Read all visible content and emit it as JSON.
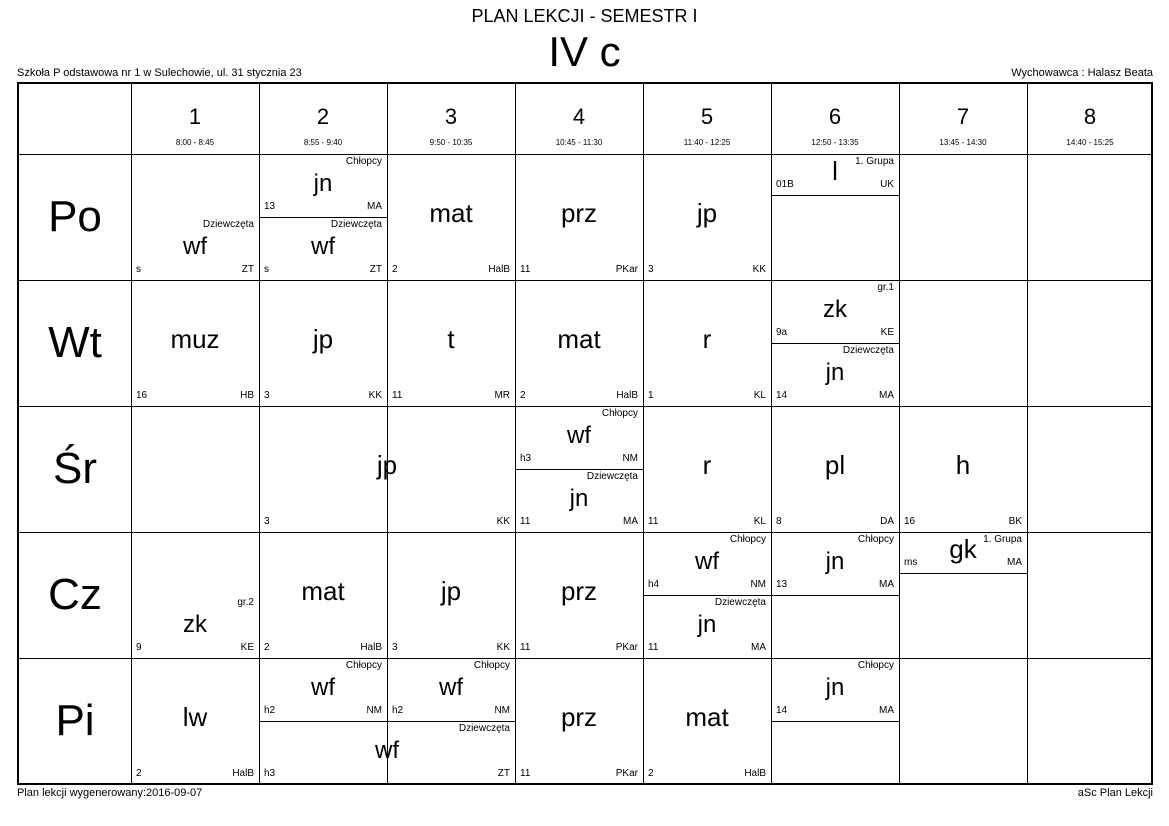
{
  "header": {
    "title": "PLAN LEKCJI - SEMESTR I",
    "class_name": "IV c",
    "school": "Szkoła P odstawowa nr 1 w Sulechowie, ul. 31 stycznia 23",
    "teacher": "Wychowawca : Halasz Beata"
  },
  "footer": {
    "generated": "Plan lekcji wygenerowany:2016-09-07",
    "software": "aSc Plan Lekcji"
  },
  "periods": [
    {
      "num": "1",
      "time": "8:00 - 8:45"
    },
    {
      "num": "2",
      "time": "8:55 - 9:40"
    },
    {
      "num": "3",
      "time": "9:50 - 10:35"
    },
    {
      "num": "4",
      "time": "10:45 - 11:30"
    },
    {
      "num": "5",
      "time": "11:40 - 12:25"
    },
    {
      "num": "6",
      "time": "12:50 - 13:35"
    },
    {
      "num": "7",
      "time": "13:45 - 14:30"
    },
    {
      "num": "8",
      "time": "14:40 - 15:25"
    }
  ],
  "days": [
    "Po",
    "Wt",
    "Śr",
    "Cz",
    "Pi"
  ],
  "lessons": [
    {
      "day": 0,
      "period": 1,
      "span": 1,
      "part": "bottom",
      "subject": "wf",
      "room": "s",
      "teacher": "ZT",
      "group": "Dziewczęta"
    },
    {
      "day": 0,
      "period": 2,
      "span": 1,
      "part": "top",
      "subject": "jn",
      "room": "13",
      "teacher": "MA",
      "group": "Chłopcy"
    },
    {
      "day": 0,
      "period": 2,
      "span": 1,
      "part": "bottom",
      "subject": "wf",
      "room": "s",
      "teacher": "ZT",
      "group": "Dziewczęta"
    },
    {
      "day": 0,
      "period": 3,
      "span": 1,
      "part": "full",
      "subject": "mat",
      "room": "2",
      "teacher": "HalB",
      "group": ""
    },
    {
      "day": 0,
      "period": 4,
      "span": 1,
      "part": "full",
      "subject": "prz",
      "room": "11",
      "teacher": "PKar",
      "group": ""
    },
    {
      "day": 0,
      "period": 5,
      "span": 1,
      "part": "full",
      "subject": "jp",
      "room": "3",
      "teacher": "KK",
      "group": ""
    },
    {
      "day": 0,
      "period": 6,
      "span": 1,
      "part": "sliver",
      "subject": "l",
      "room": "01B",
      "teacher": "UK",
      "group": "1. Grupa"
    },
    {
      "day": 1,
      "period": 1,
      "span": 1,
      "part": "full",
      "subject": "muz",
      "room": "16",
      "teacher": "HB",
      "group": ""
    },
    {
      "day": 1,
      "period": 2,
      "span": 1,
      "part": "full",
      "subject": "jp",
      "room": "3",
      "teacher": "KK",
      "group": ""
    },
    {
      "day": 1,
      "period": 3,
      "span": 1,
      "part": "full",
      "subject": "t",
      "room": "11",
      "teacher": "MR",
      "group": ""
    },
    {
      "day": 1,
      "period": 4,
      "span": 1,
      "part": "full",
      "subject": "mat",
      "room": "2",
      "teacher": "HalB",
      "group": ""
    },
    {
      "day": 1,
      "period": 5,
      "span": 1,
      "part": "full",
      "subject": "r",
      "room": "1",
      "teacher": "KL",
      "group": ""
    },
    {
      "day": 1,
      "period": 6,
      "span": 1,
      "part": "top",
      "subject": "zk",
      "room": "9a",
      "teacher": "KE",
      "group": "gr.1"
    },
    {
      "day": 1,
      "period": 6,
      "span": 1,
      "part": "bottom",
      "subject": "jn",
      "room": "14",
      "teacher": "MA",
      "group": "Dziewczęta"
    },
    {
      "day": 2,
      "period": 2,
      "span": 2,
      "part": "full",
      "subject": "jp",
      "room": "3",
      "teacher": "KK",
      "group": ""
    },
    {
      "day": 2,
      "period": 4,
      "span": 1,
      "part": "top",
      "subject": "wf",
      "room": "h3",
      "teacher": "NM",
      "group": "Chłopcy"
    },
    {
      "day": 2,
      "period": 4,
      "span": 1,
      "part": "bottom",
      "subject": "jn",
      "room": "11",
      "teacher": "MA",
      "group": "Dziewczęta"
    },
    {
      "day": 2,
      "period": 5,
      "span": 1,
      "part": "full",
      "subject": "r",
      "room": "11",
      "teacher": "KL",
      "group": ""
    },
    {
      "day": 2,
      "period": 6,
      "span": 1,
      "part": "full",
      "subject": "pl",
      "room": "8",
      "teacher": "DA",
      "group": ""
    },
    {
      "day": 2,
      "period": 7,
      "span": 1,
      "part": "full",
      "subject": "h",
      "room": "16",
      "teacher": "BK",
      "group": ""
    },
    {
      "day": 3,
      "period": 1,
      "span": 1,
      "part": "bottom",
      "subject": "zk",
      "room": "9",
      "teacher": "KE",
      "group": "gr.2"
    },
    {
      "day": 3,
      "period": 2,
      "span": 1,
      "part": "full",
      "subject": "mat",
      "room": "2",
      "teacher": "HalB",
      "group": ""
    },
    {
      "day": 3,
      "period": 3,
      "span": 1,
      "part": "full",
      "subject": "jp",
      "room": "3",
      "teacher": "KK",
      "group": ""
    },
    {
      "day": 3,
      "period": 4,
      "span": 1,
      "part": "full",
      "subject": "prz",
      "room": "11",
      "teacher": "PKar",
      "group": ""
    },
    {
      "day": 3,
      "period": 5,
      "span": 1,
      "part": "top",
      "subject": "wf",
      "room": "h4",
      "teacher": "NM",
      "group": "Chłopcy"
    },
    {
      "day": 3,
      "period": 5,
      "span": 1,
      "part": "bottom",
      "subject": "jn",
      "room": "11",
      "teacher": "MA",
      "group": "Dziewczęta"
    },
    {
      "day": 3,
      "period": 6,
      "span": 1,
      "part": "top",
      "subject": "jn",
      "room": "13",
      "teacher": "MA",
      "group": "Chłopcy"
    },
    {
      "day": 3,
      "period": 7,
      "span": 1,
      "part": "sliver",
      "subject": "gk",
      "room": "ms",
      "teacher": "MA",
      "group": "1. Grupa"
    },
    {
      "day": 4,
      "period": 1,
      "span": 1,
      "part": "full",
      "subject": "lw",
      "room": "2",
      "teacher": "HalB",
      "group": ""
    },
    {
      "day": 4,
      "period": 2,
      "span": 1,
      "part": "top",
      "subject": "wf",
      "room": "h2",
      "teacher": "NM",
      "group": "Chłopcy"
    },
    {
      "day": 4,
      "period": 3,
      "span": 1,
      "part": "top",
      "subject": "wf",
      "room": "h2",
      "teacher": "NM",
      "group": "Chłopcy"
    },
    {
      "day": 4,
      "period": 2,
      "span": 2,
      "part": "bottom",
      "subject": "wf",
      "room": "h3",
      "teacher": "ZT",
      "group": "Dziewczęta"
    },
    {
      "day": 4,
      "period": 4,
      "span": 1,
      "part": "full",
      "subject": "prz",
      "room": "11",
      "teacher": "PKar",
      "group": ""
    },
    {
      "day": 4,
      "period": 5,
      "span": 1,
      "part": "full",
      "subject": "mat",
      "room": "2",
      "teacher": "HalB",
      "group": ""
    },
    {
      "day": 4,
      "period": 6,
      "span": 1,
      "part": "top",
      "subject": "jn",
      "room": "14",
      "teacher": "MA",
      "group": "Chłopcy"
    }
  ]
}
